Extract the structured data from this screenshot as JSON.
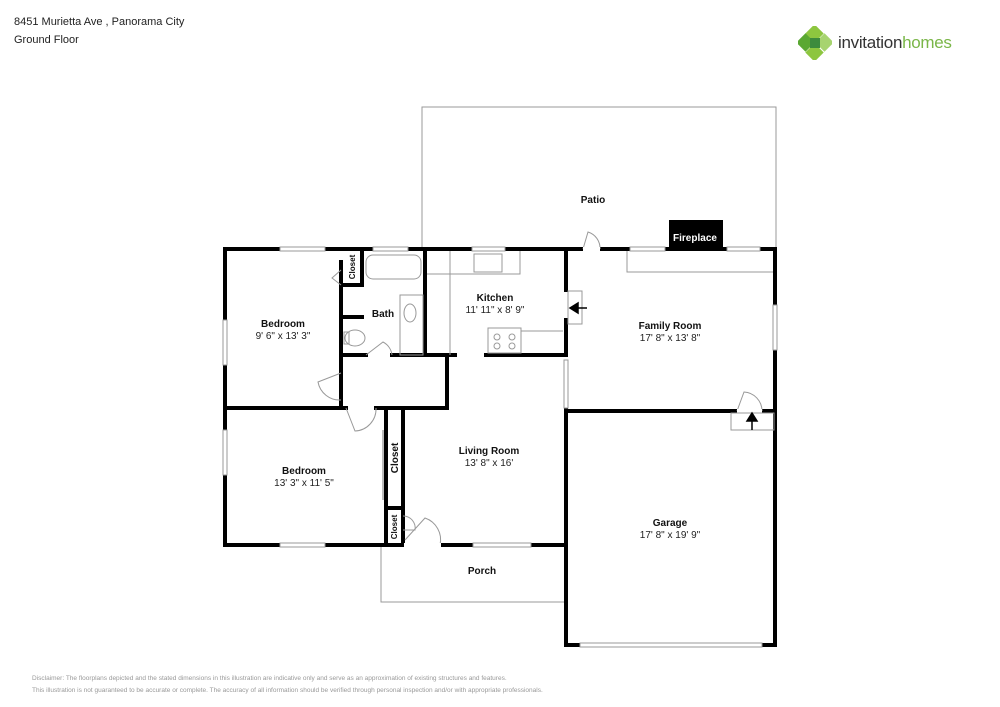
{
  "header": {
    "address": "8451 Murietta Ave , Panorama City",
    "floor": "Ground Floor"
  },
  "logo": {
    "word1": "invitation",
    "word2": "homes",
    "colors": {
      "dark_green": "#3d8b3d",
      "light_green": "#8dc63f",
      "text": "#333333"
    }
  },
  "rooms": {
    "patio": {
      "name": "Patio"
    },
    "fireplace": {
      "name": "Fireplace"
    },
    "bedroom1": {
      "name": "Bedroom",
      "dims": "9' 6\" x 13' 3\""
    },
    "closet1": {
      "name": "Closet"
    },
    "bath": {
      "name": "Bath"
    },
    "kitchen": {
      "name": "Kitchen",
      "dims": "11' 11\" x 8' 9\""
    },
    "family": {
      "name": "Family Room",
      "dims": "17' 8\" x 13' 8\""
    },
    "bedroom2": {
      "name": "Bedroom",
      "dims": "13' 3\" x 11' 5\""
    },
    "closet2": {
      "name": "Closet"
    },
    "closet3": {
      "name": "Closet"
    },
    "living": {
      "name": "Living Room",
      "dims": "13' 8\" x 16'"
    },
    "garage": {
      "name": "Garage",
      "dims": "17' 8\" x 19' 9\""
    },
    "porch": {
      "name": "Porch"
    }
  },
  "disclaimer": {
    "line1": "Disclaimer: The floorplans depicted and the stated dimensions in this illustration are indicative only and serve as an approximation of existing structures and features.",
    "line2": "This illustration is not guaranteed to be accurate or complete. The accuracy of all information should be verified through personal inspection and/or with appropriate professionals."
  }
}
